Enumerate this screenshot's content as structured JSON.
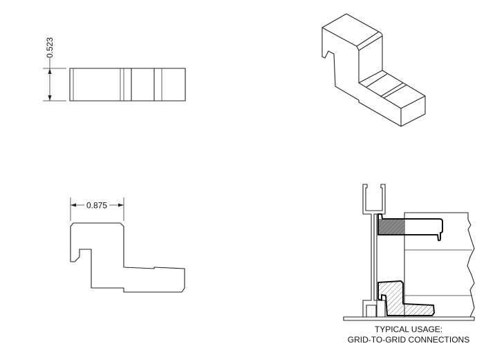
{
  "views": {
    "top_view": {
      "dimension_label": "0.523"
    },
    "side_profile": {
      "dimension_label": "0.875"
    },
    "isometric": {},
    "usage": {
      "caption_line1": "TYPICAL USAGE:",
      "caption_line2": "GRID-TO-GRID CONNECTIONS"
    }
  },
  "colors": {
    "line": "#222222",
    "dark_hatch_fill": "#8a8a8a",
    "background": "#ffffff"
  }
}
